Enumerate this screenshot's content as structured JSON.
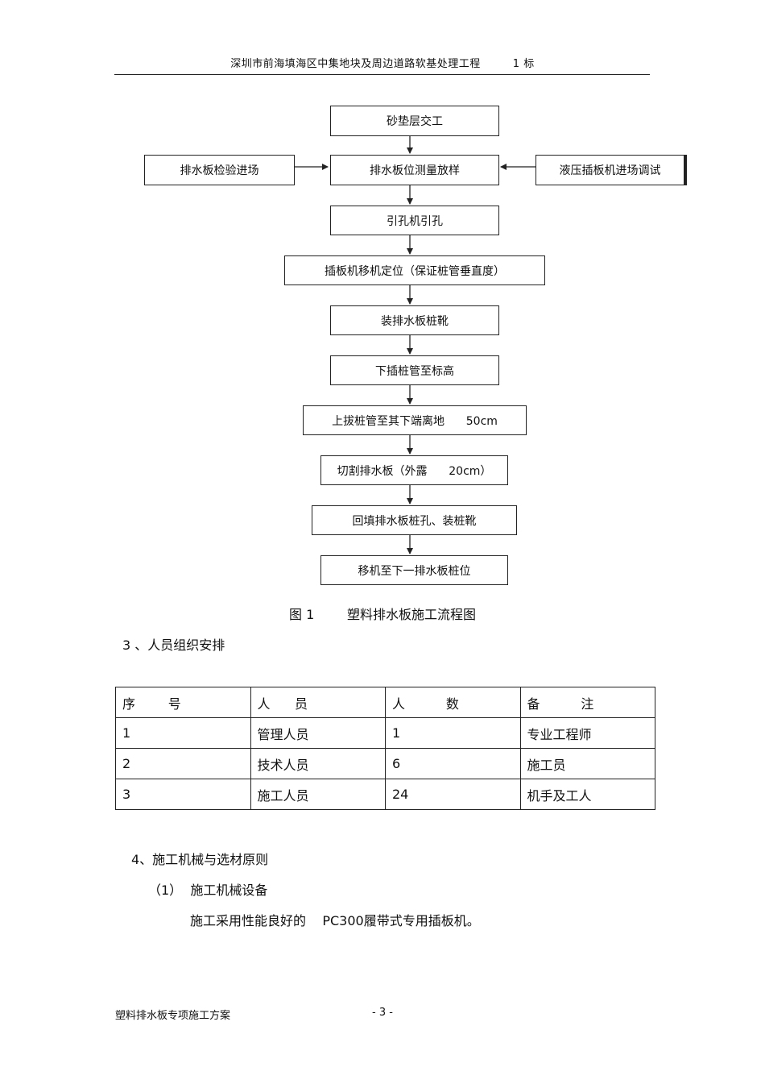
{
  "header": {
    "title": "深圳市前海填海区中集地块及周边道路软基处理工程",
    "tag": "1 标"
  },
  "flowchart": {
    "steps": [
      "砂垫层交工",
      "排水板位测量放样",
      "引孔机引孔",
      "插板机移机定位（保证桩管垂直度）",
      "装排水板桩靴",
      "下插桩管至标高",
      "上拔桩管至其下端离地      50cm",
      "切割排水板（外露      20cm）",
      "回填排水板桩孔、装桩靴",
      "移机至下一排水板桩位"
    ],
    "left_input": "排水板检验进场",
    "right_input": "液压插板机进场调试"
  },
  "caption": "图 1        塑料排水板施工流程图",
  "section3": {
    "title": "3 、人员组织安排",
    "table": {
      "headers": [
        "序        号",
        "人      员",
        "人          数",
        "备          注"
      ],
      "rows": [
        [
          "1",
          "管理人员",
          "1",
          "专业工程师"
        ],
        [
          "2",
          "技术人员",
          "6",
          "施工员"
        ],
        [
          "3",
          "施工人员",
          "24",
          "机手及工人"
        ]
      ]
    }
  },
  "section4": {
    "title": "4、施工机械与选材原则",
    "sub1": "（1）  施工机械设备",
    "para": "施工采用性能良好的    PC300履带式专用插板机。"
  },
  "footer": {
    "left": "塑料排水板专项施工方案",
    "page": "- 3 -"
  }
}
